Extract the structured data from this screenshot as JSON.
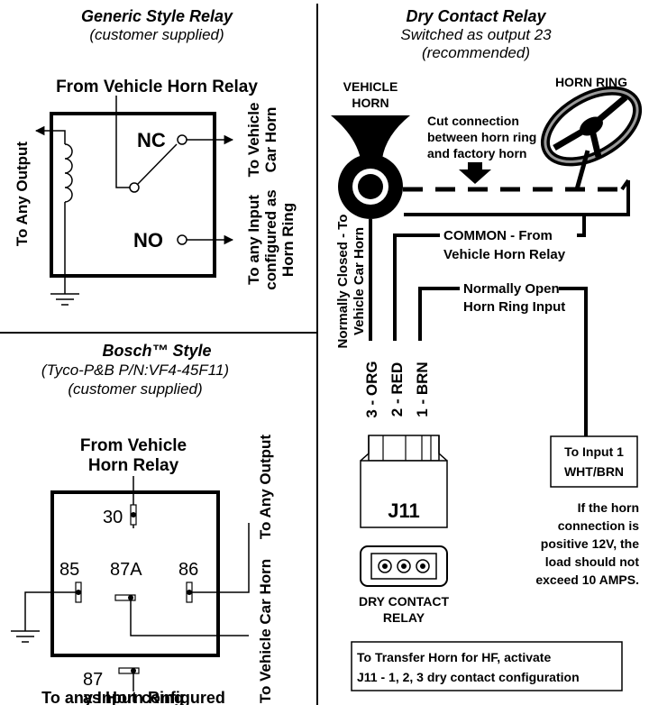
{
  "generic": {
    "title": "Generic Style Relay",
    "subtitle": "(customer supplied)",
    "from_label": "From Vehicle Horn Relay",
    "nc": "NC",
    "no": "NO",
    "to_any_output": "To Any Output",
    "to_vehicle_horn_1": "To Vehicle",
    "to_vehicle_horn_2": "Car Horn",
    "to_input_1": "To any Input",
    "to_input_2": "configured as",
    "to_input_3": "Horn Ring"
  },
  "bosch": {
    "title": "Bosch™ Style",
    "part": "(Tyco-P&B P/N:VF4-45F11)",
    "subtitle": "(customer supplied)",
    "from_1": "From Vehicle",
    "from_2": "Horn Relay",
    "pin_30": "30",
    "pin_85": "85",
    "pin_87a": "87A",
    "pin_86": "86",
    "pin_87": "87",
    "to_any_output": "To Any Output",
    "to_vehicle_car_horn": "To Vehicle Car Horn",
    "bottom_1": "To any Input configured",
    "bottom_2": "as Horn Ring"
  },
  "dry": {
    "title": "Dry Contact Relay",
    "sub_1": "Switched as output 23",
    "sub_2": "(recommended)",
    "vehicle_horn_1": "VEHICLE",
    "vehicle_horn_2": "HORN",
    "horn_ring": "HORN RING",
    "cut_1": "Cut connection",
    "cut_2": "between horn ring",
    "cut_3": "and factory horn",
    "common_1": "COMMON - From",
    "common_2": "Vehicle Horn Relay",
    "nopen_1": "Normally Open",
    "nopen_2": "Horn Ring Input",
    "nclosed_1": "Normally Closed - To",
    "nclosed_2": "Vehicle Car Horn",
    "wire_3": "3 - ORG",
    "wire_2": "2 - RED",
    "wire_1": "1 - BRN",
    "connector": "J11",
    "relay_1": "DRY CONTACT",
    "relay_2": "RELAY",
    "input_1": "To Input 1",
    "input_2": "WHT/BRN",
    "note_1": "If the horn",
    "note_2": "connection is",
    "note_3": "positive 12V, the",
    "note_4": "load should not",
    "note_5": "exceed 10 AMPS.",
    "transfer_1": "To Transfer Horn for HF, activate",
    "transfer_2": "J11 - 1, 2, 3 dry contact configuration"
  }
}
